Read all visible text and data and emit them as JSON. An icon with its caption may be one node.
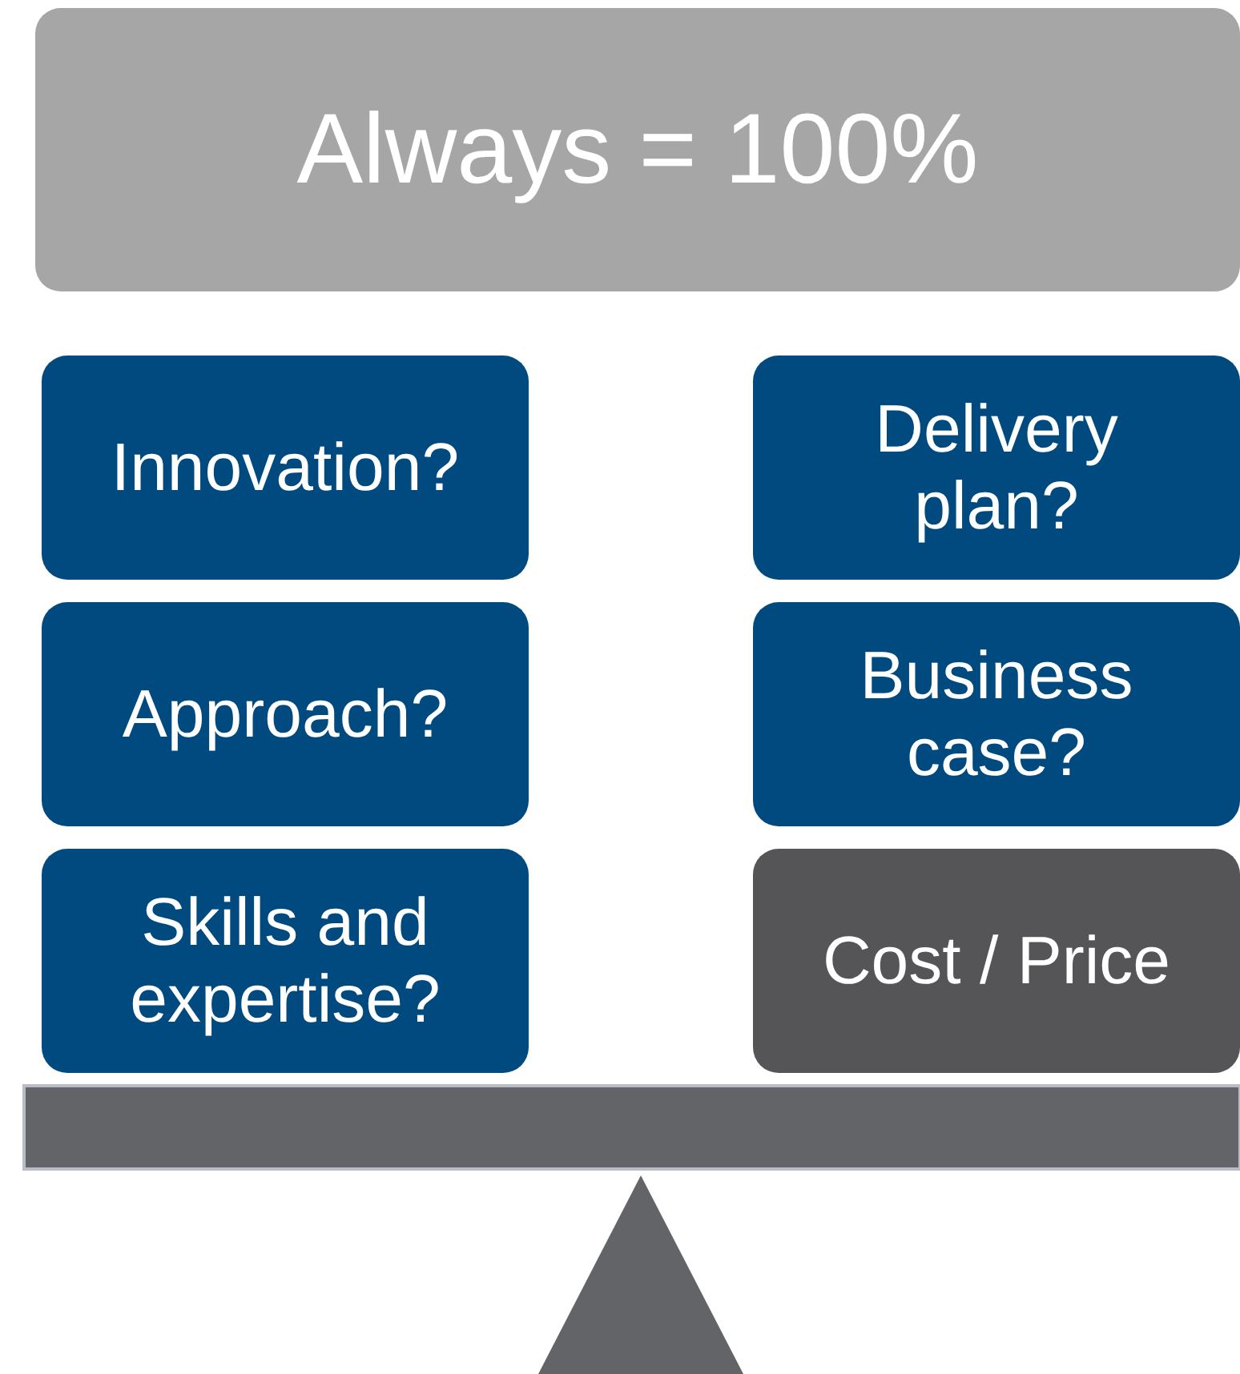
{
  "diagram": {
    "nodes": [
      {
        "text": [
          "Always = 100%"
        ]
      },
      {
        "text": [
          "Innovation?"
        ]
      },
      {
        "text": [
          "Delivery plan?"
        ]
      },
      {
        "text": [
          "Approach?"
        ]
      },
      {
        "text": [
          "Business case?"
        ]
      },
      {
        "text": [
          "Skills and expertise?"
        ]
      },
      {
        "text": [
          "Cost / Price"
        ]
      }
    ]
  }
}
